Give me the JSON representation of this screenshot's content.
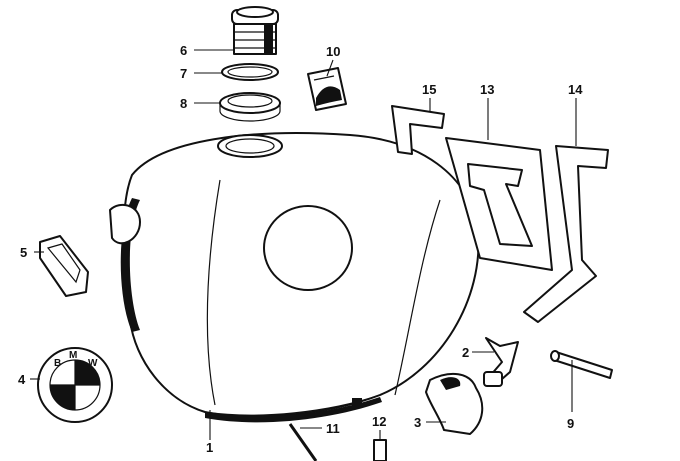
{
  "diagram": {
    "callouts": {
      "c1": "1",
      "c2": "2",
      "c3": "3",
      "c4": "4",
      "c5": "5",
      "c6": "6",
      "c7": "7",
      "c8": "8",
      "c9": "9",
      "c10": "10",
      "c11": "11",
      "c12": "12",
      "c13": "13",
      "c14": "14",
      "c15": "15"
    },
    "badge_text": [
      "B",
      "M",
      "W"
    ]
  }
}
